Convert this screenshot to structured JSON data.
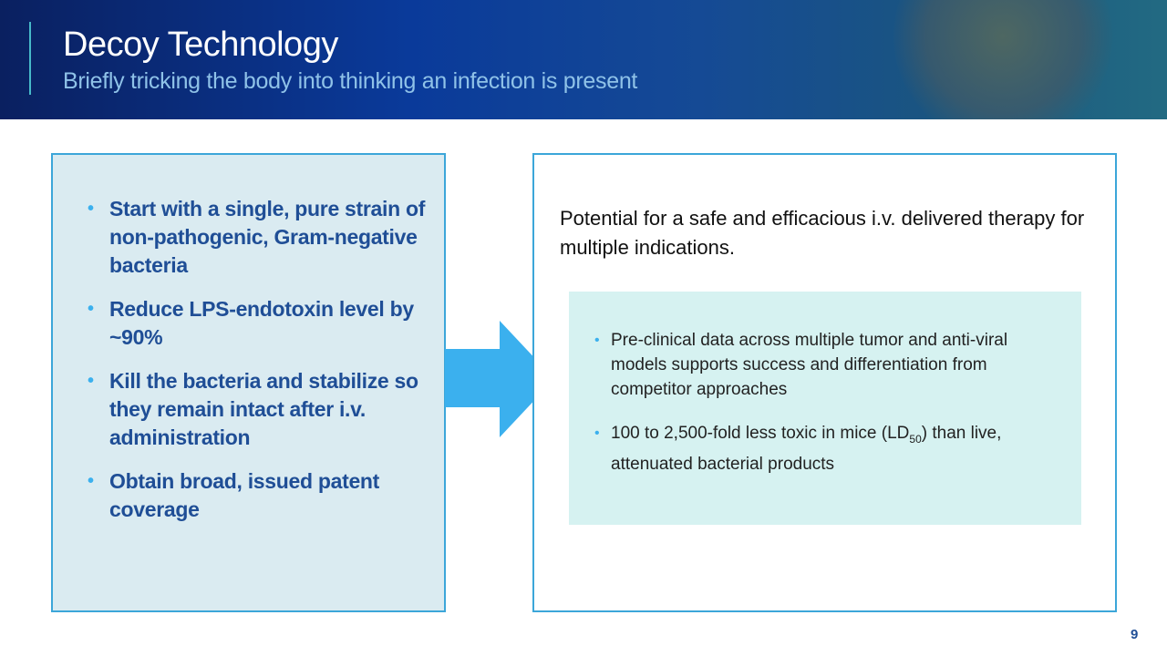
{
  "header": {
    "title": "Decoy Technology",
    "subtitle": "Briefly tricking the body into thinking an infection is present"
  },
  "left_panel": {
    "bullets": [
      "Start with a single, pure strain of non-pathogenic, Gram-negative bacteria",
      "Reduce LPS-endotoxin level by ~90%",
      "Kill the bacteria and stabilize so they remain intact after i.v. administration",
      "Obtain broad, issued patent coverage"
    ]
  },
  "right_panel": {
    "intro": "Potential for a safe and efficacious i.v. delivered therapy for multiple indications.",
    "bullet1": "Pre-clinical data across multiple tumor and anti-viral models supports success and differentiation from competitor approaches",
    "bullet2_pre": "100 to 2,500-fold less toxic in mice (LD",
    "bullet2_sub": "50",
    "bullet2_post": ") than live, attenuated bacterial products"
  },
  "bullet_glyph": "•",
  "page_number": "9",
  "colors": {
    "accent": "#3bb0ee",
    "text_blue": "#1f4e96",
    "left_bg": "#daebf1",
    "inner_bg": "#d6f2f1",
    "border": "#3ca6d9"
  }
}
